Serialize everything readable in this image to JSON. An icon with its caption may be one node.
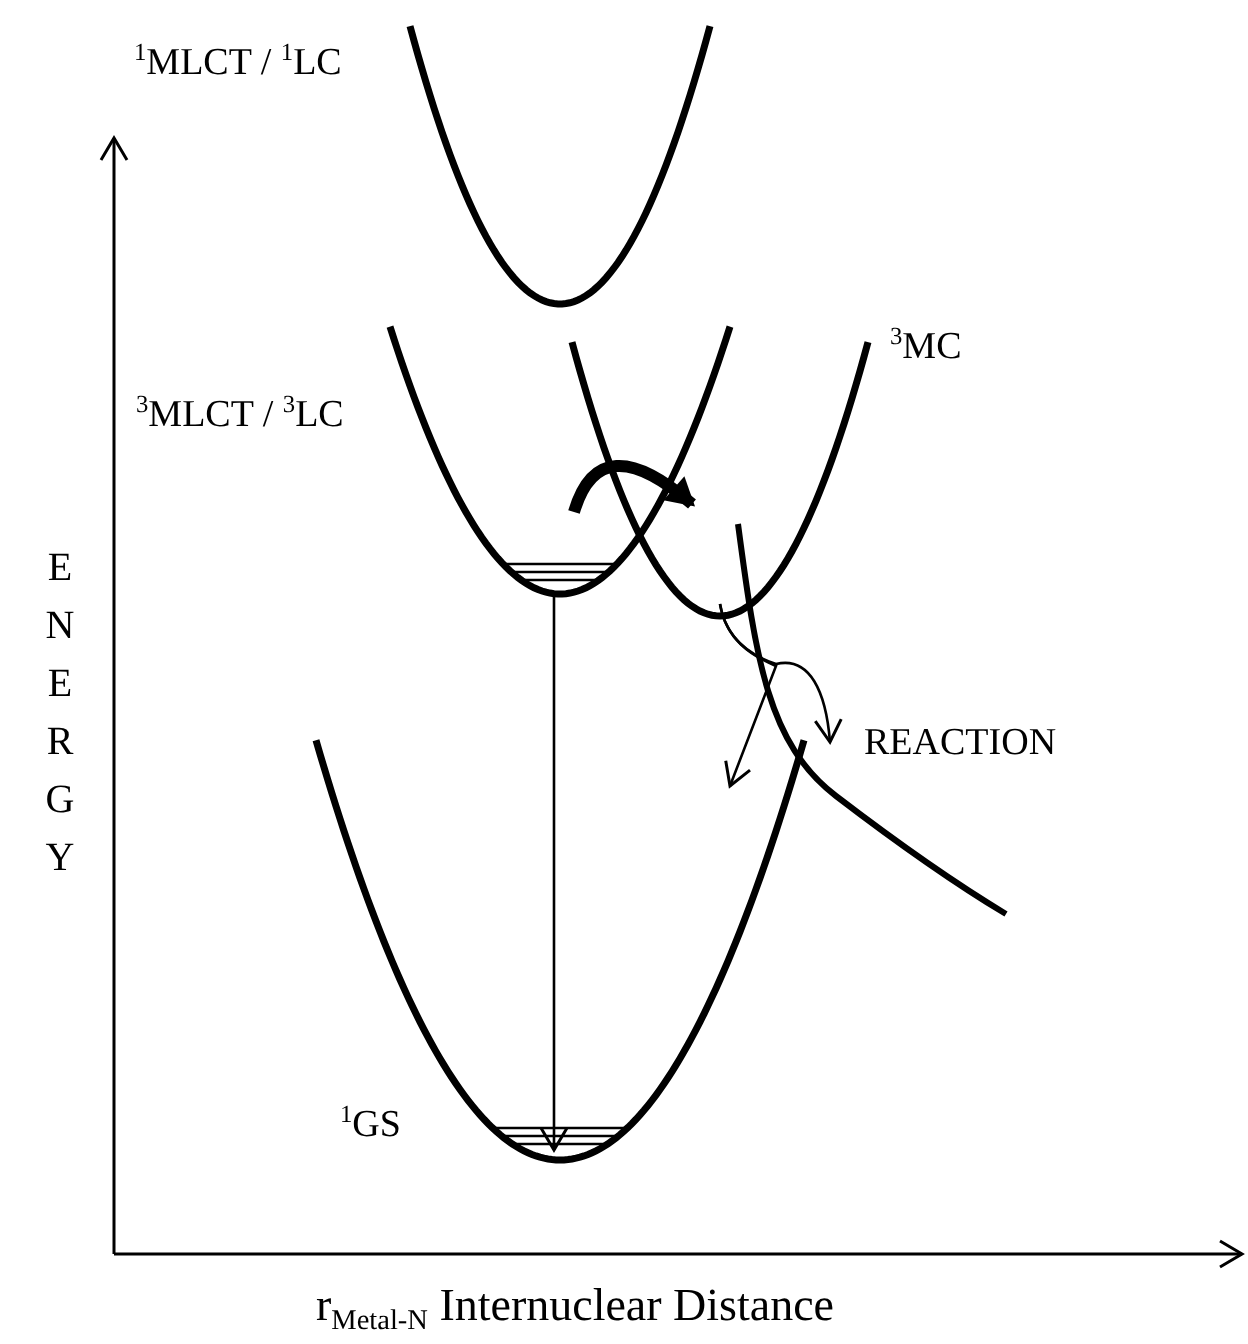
{
  "diagram": {
    "nodes": [
      {
        "text": [
          "$^{1}$MLCT / $^{1}$LC"
        ]
      },
      {
        "text": [
          "$^{3}$MLCT / $^{3}$LC"
        ]
      },
      {
        "text": [
          "$^{3}$MC"
        ]
      },
      {
        "text": [
          "$^{1}$GS"
        ]
      },
      {
        "text": [
          "REACTION"
        ]
      }
    ],
    "edges": [
      {
        "from": 1,
        "to": 2,
        "arrow": "to",
        "style": "thick"
      },
      {
        "from": 1,
        "to": 3,
        "arrow": "to"
      },
      {
        "from": 2,
        "to": 3,
        "arrow": "to"
      },
      {
        "from": 2,
        "to": 4,
        "arrow": "to"
      }
    ],
    "labels": [
      "ENERGY",
      "r$_{Metal-N}$ Internuclear Distance"
    ]
  }
}
